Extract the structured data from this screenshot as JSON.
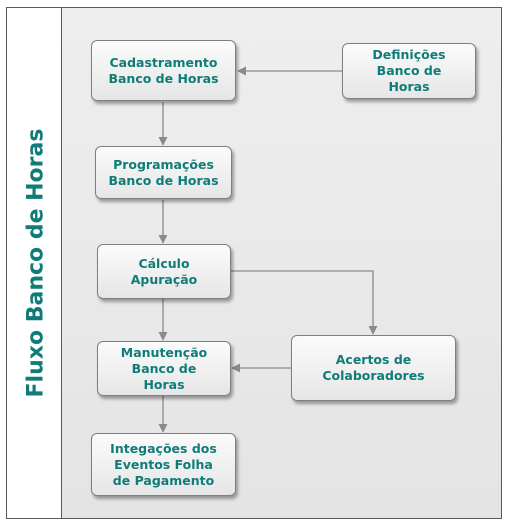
{
  "diagram": {
    "title": "Fluxo Banco de Horas",
    "nodes": {
      "cadastramento": "Cadastramento\nBanco de Horas",
      "definicoes": "Definições\nBanco de\nHoras",
      "programacoes": "Programações\nBanco de Horas",
      "calculo": "Cálculo\nApuração",
      "acertos": "Acertos de\nColaboradores",
      "manutencao": "Manutenção\nBanco de\nHoras",
      "integracoes": "Integações dos\nEventos Folha\nde Pagamento"
    }
  },
  "colors": {
    "text": "#0f7c78",
    "border": "#7f7f7f",
    "arrow": "#8a8a8a",
    "frame": "#5a5a5a"
  }
}
